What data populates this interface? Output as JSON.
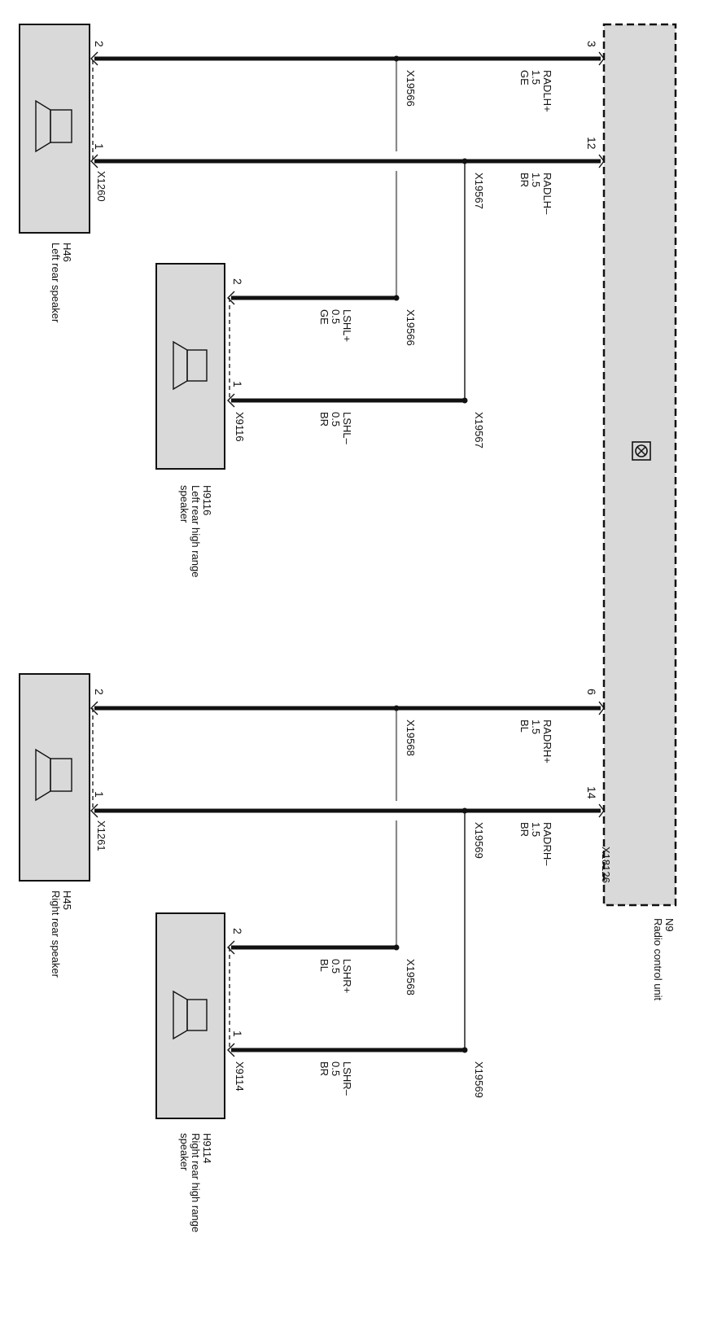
{
  "unit": {
    "id": "N9",
    "name": "Radio control unit",
    "connectors": [
      "X18126"
    ],
    "symbol": "radio-unit-icon"
  },
  "speakers": {
    "left_rear": {
      "id": "H46",
      "name": "Left rear speaker",
      "connector": "X1260",
      "pin_plus": "2",
      "pin_minus": "1",
      "symbol": "speaker-icon"
    },
    "left_high": {
      "id": "H9116",
      "name_line1": "Left rear high range",
      "name_line2": "speaker",
      "connector": "X9116",
      "pin_plus": "2",
      "pin_minus": "1",
      "symbol": "speaker-icon"
    },
    "right_rear": {
      "id": "H45",
      "name": "Right rear speaker",
      "connector": "X1261",
      "pin_plus": "2",
      "pin_minus": "1",
      "symbol": "speaker-icon"
    },
    "right_high": {
      "id": "H9114",
      "name_line1": "Right rear high range",
      "name_line2": "speaker",
      "connector": "X9114",
      "pin_plus": "2",
      "pin_minus": "1",
      "symbol": "speaker-icon"
    }
  },
  "wires": {
    "radlh_plus": {
      "unit_pin": "3",
      "signal": "RADLH+",
      "size": "1.5",
      "color": "GE"
    },
    "radlh_minus": {
      "unit_pin": "12",
      "signal": "RADLH–",
      "size": "1.5",
      "color": "BR"
    },
    "radrh_plus": {
      "unit_pin": "6",
      "signal": "RADRH+",
      "size": "1.5",
      "color": "BL"
    },
    "radrh_minus": {
      "unit_pin": "14",
      "signal": "RADRH–",
      "size": "1.5",
      "color": "BR"
    },
    "lshl_plus": {
      "signal": "LSHL+",
      "size": "0.5",
      "color": "GE"
    },
    "lshl_minus": {
      "signal": "LSHL–",
      "size": "0.5",
      "color": "BR"
    },
    "lshr_plus": {
      "signal": "LSHR+",
      "size": "0.5",
      "color": "BL"
    },
    "lshr_minus": {
      "signal": "LSHR–",
      "size": "0.5",
      "color": "BR"
    }
  },
  "splices": {
    "s1": "X19566",
    "s2": "X19567",
    "s3": "X19566",
    "s4": "X19567",
    "s5": "X19568",
    "s6": "X19569",
    "s7": "X19568",
    "s8": "X19569"
  }
}
